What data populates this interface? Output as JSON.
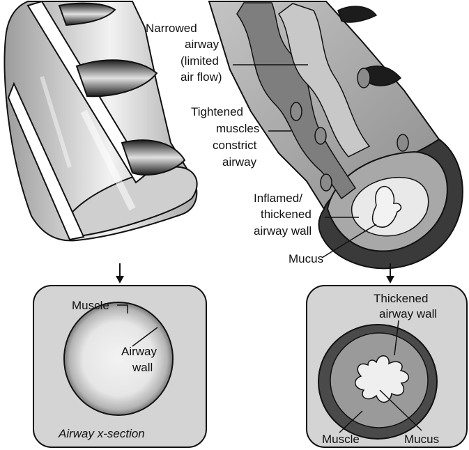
{
  "left": {
    "box_label_muscle": "Muscle",
    "box_label_airway_wall": [
      "Airway",
      "wall"
    ],
    "caption": "Airway x-section"
  },
  "right": {
    "label_narrowed": [
      "Narrowed",
      "airway",
      "(limited",
      "air flow)"
    ],
    "label_tightened": [
      "Tightened",
      "muscles",
      "constrict",
      "airway"
    ],
    "label_inflamed": [
      "Inflamed/",
      "thickened",
      "airway wall"
    ],
    "label_mucus": "Mucus",
    "box_label_thickened": [
      "Thickened",
      "airway wall"
    ],
    "box_label_muscle": "Muscle",
    "box_label_mucus": "Mucus"
  },
  "colors": {
    "muscle_dark": "#3a3a3a",
    "wall_gray": "#9a9a9a",
    "lumen_light": "#d9d9d9",
    "box_fill": "#d4d4d4",
    "mucus": "#efefef"
  }
}
